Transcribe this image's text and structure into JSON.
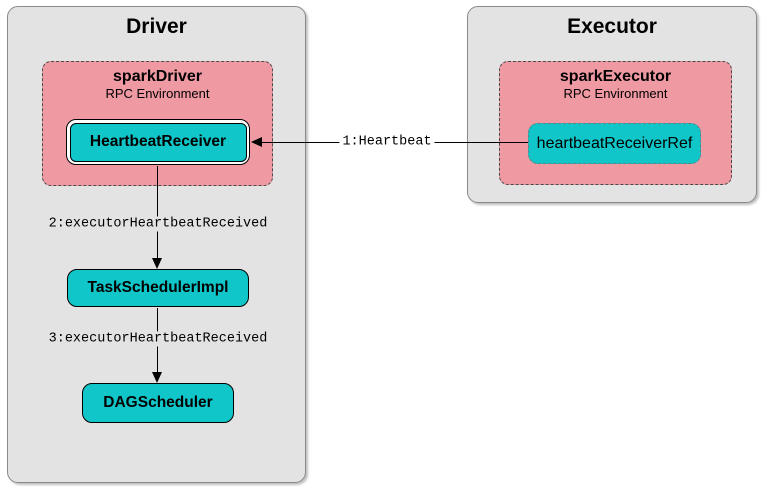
{
  "colors": {
    "container_fill": "#e3e3e3",
    "container_border": "#8a8a8a",
    "env_fill": "#ef99a3",
    "env_border": "#4a4a4a",
    "node_fill": "#10c6c8",
    "node_border": "#000000",
    "ref_border": "#627f80",
    "arrow": "#000000"
  },
  "driver": {
    "title": "Driver",
    "env": {
      "title": "sparkDriver",
      "subtitle": "RPC Environment"
    },
    "nodes": {
      "heartbeat_receiver": "HeartbeatReceiver",
      "task_scheduler": "TaskSchedulerImpl",
      "dag_scheduler": "DAGScheduler"
    }
  },
  "executor": {
    "title": "Executor",
    "env": {
      "title": "sparkExecutor",
      "subtitle": "RPC Environment"
    },
    "nodes": {
      "heartbeat_receiver_ref": "heartbeatReceiverRef"
    }
  },
  "messages": {
    "heartbeat": "1:Heartbeat",
    "executor_heartbeat_received_2": "2:executorHeartbeatReceived",
    "executor_heartbeat_received_3": "3:executorHeartbeatReceived"
  }
}
